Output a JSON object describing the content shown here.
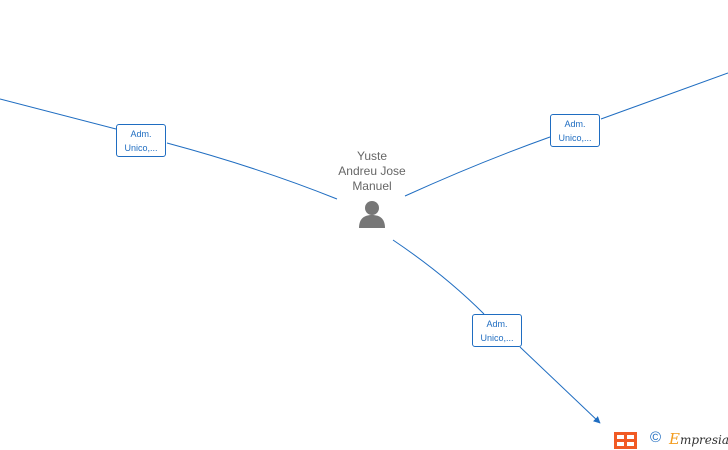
{
  "person": {
    "name_lines": [
      "Yuste",
      "Andreu Jose",
      "Manuel"
    ],
    "icon": "person-icon"
  },
  "roles": [
    {
      "line1": "Adm.",
      "line2": "Unico,..."
    },
    {
      "line1": "Adm.",
      "line2": "Unico,..."
    },
    {
      "line1": "Adm.",
      "line2": "Unico,..."
    }
  ],
  "footer": {
    "copyright": "©",
    "brand_initial": "E",
    "brand_rest": "mpresia",
    "logo_icon": "grid-logo-icon"
  },
  "colors": {
    "edge": "#1f6dc1",
    "person_text": "#666666",
    "brand_accent": "#f39c1e",
    "logo": "#f15a24"
  }
}
